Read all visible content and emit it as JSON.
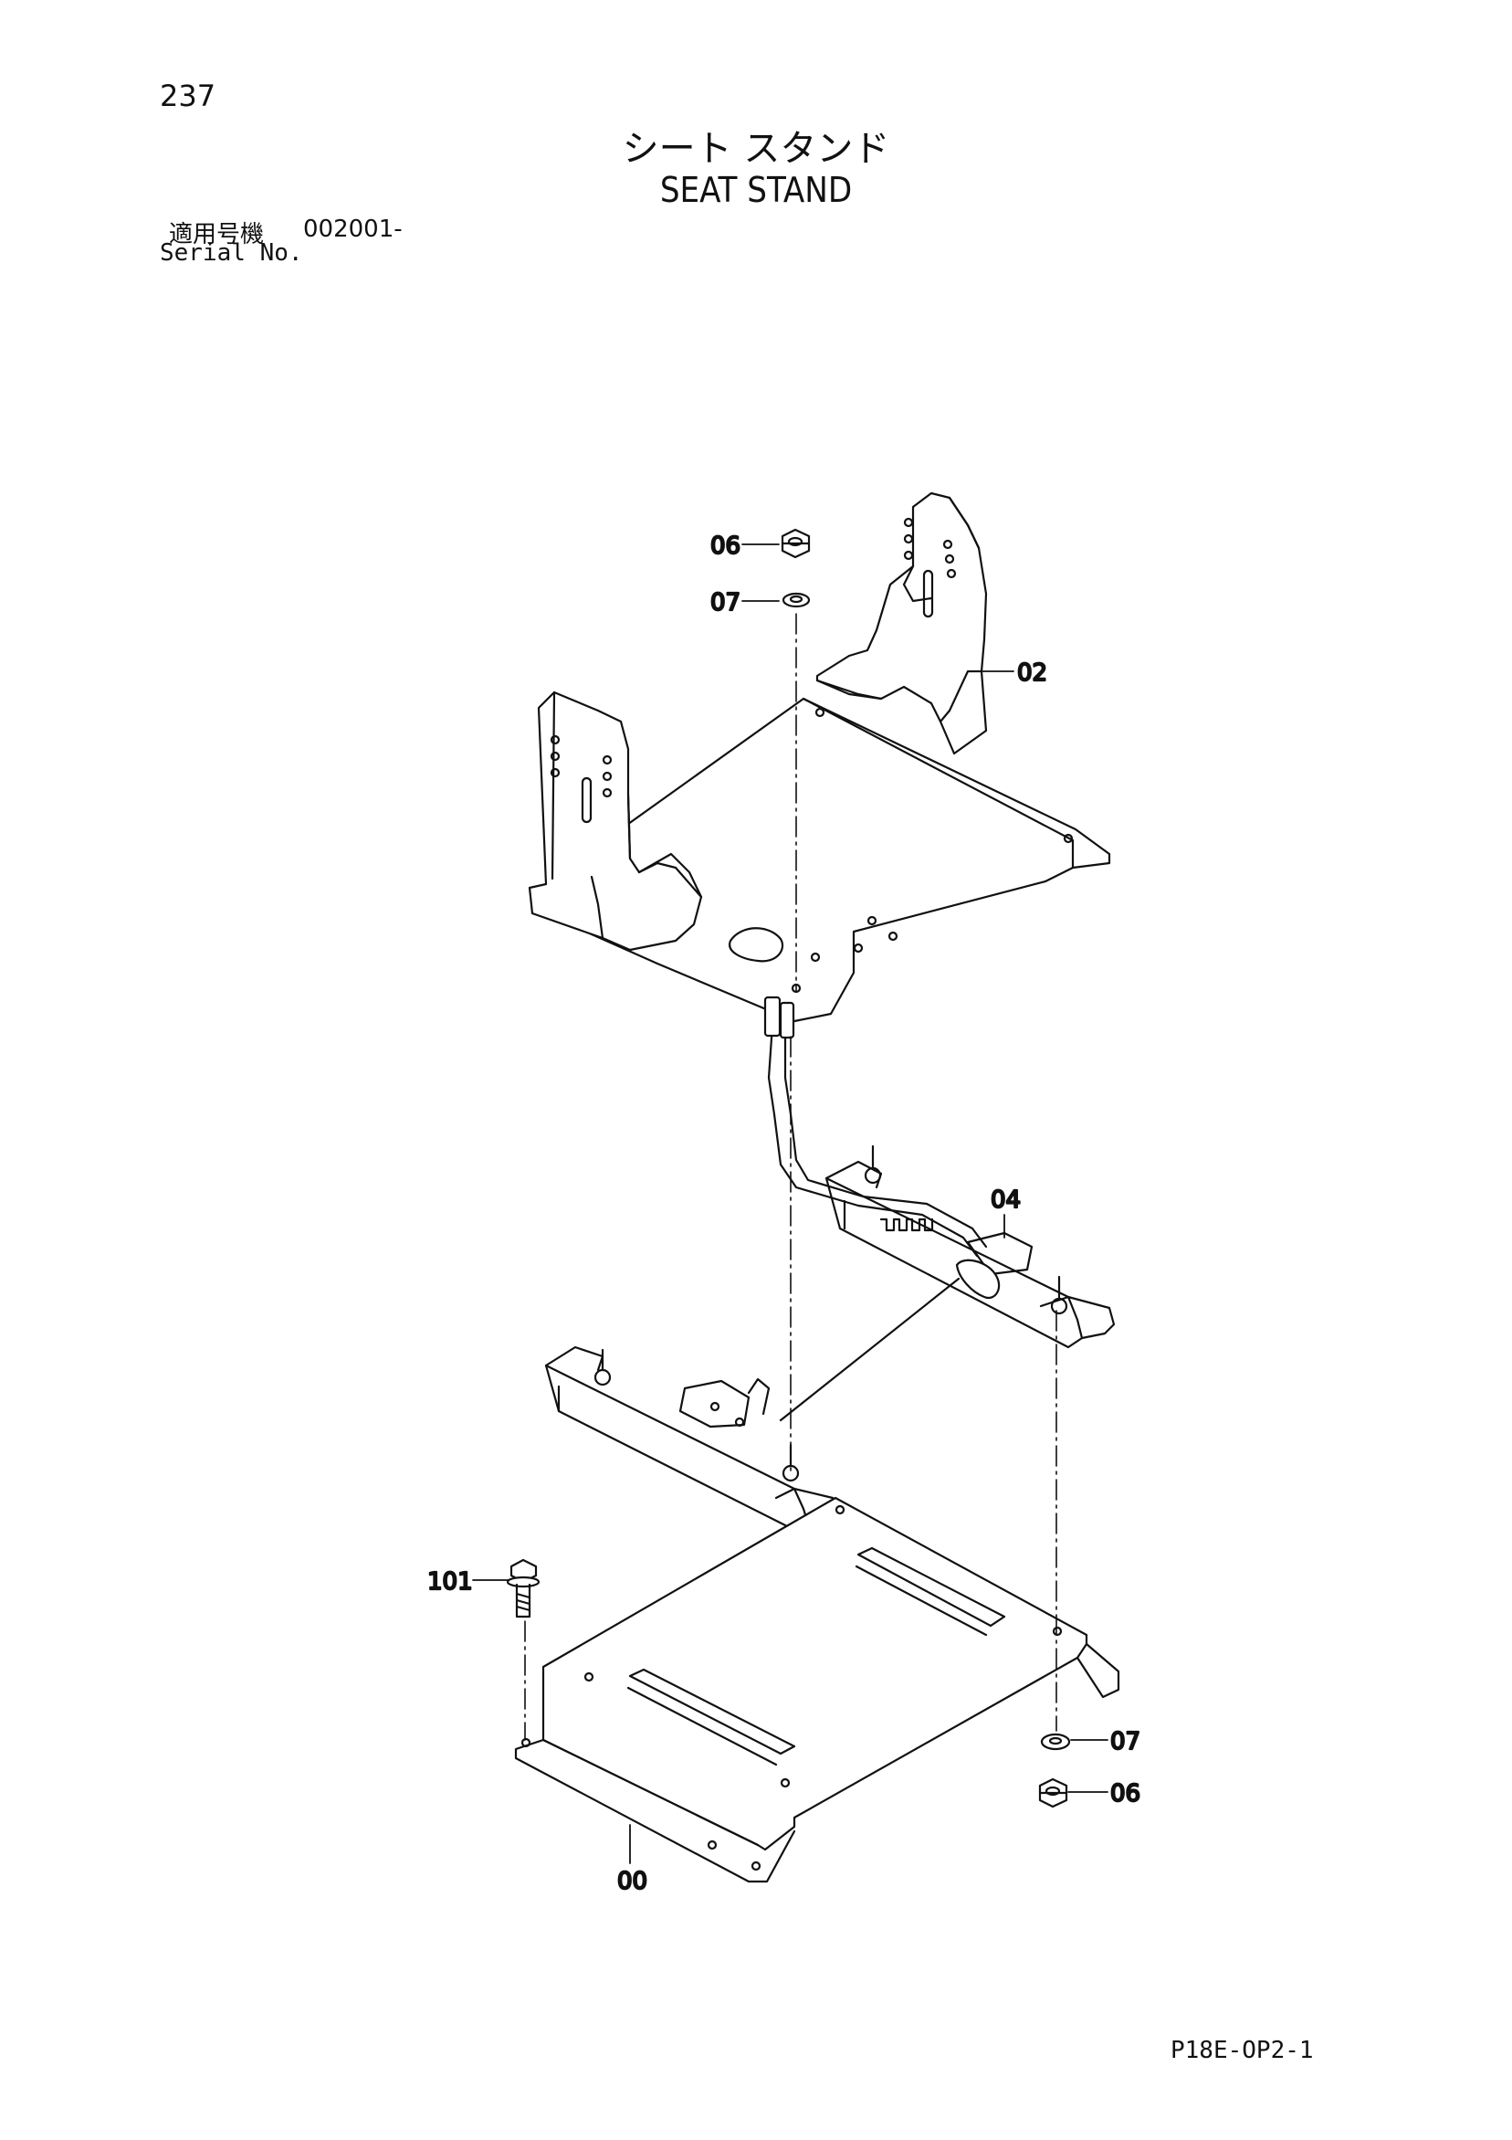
{
  "page": {
    "number": "237",
    "title_jp": "シート スタンド",
    "title_en": "SEAT STAND",
    "serial_label_jp": "適用号機",
    "serial_value": "002001-",
    "serial_label_en": "Serial No.",
    "doc_code": "P18E-OP2-1"
  },
  "callouts": {
    "c06_top": "06",
    "c07_top": "07",
    "c02": "02",
    "c04": "04",
    "c101": "101",
    "c07_bottom": "07",
    "c06_bottom": "06",
    "c00": "00"
  }
}
